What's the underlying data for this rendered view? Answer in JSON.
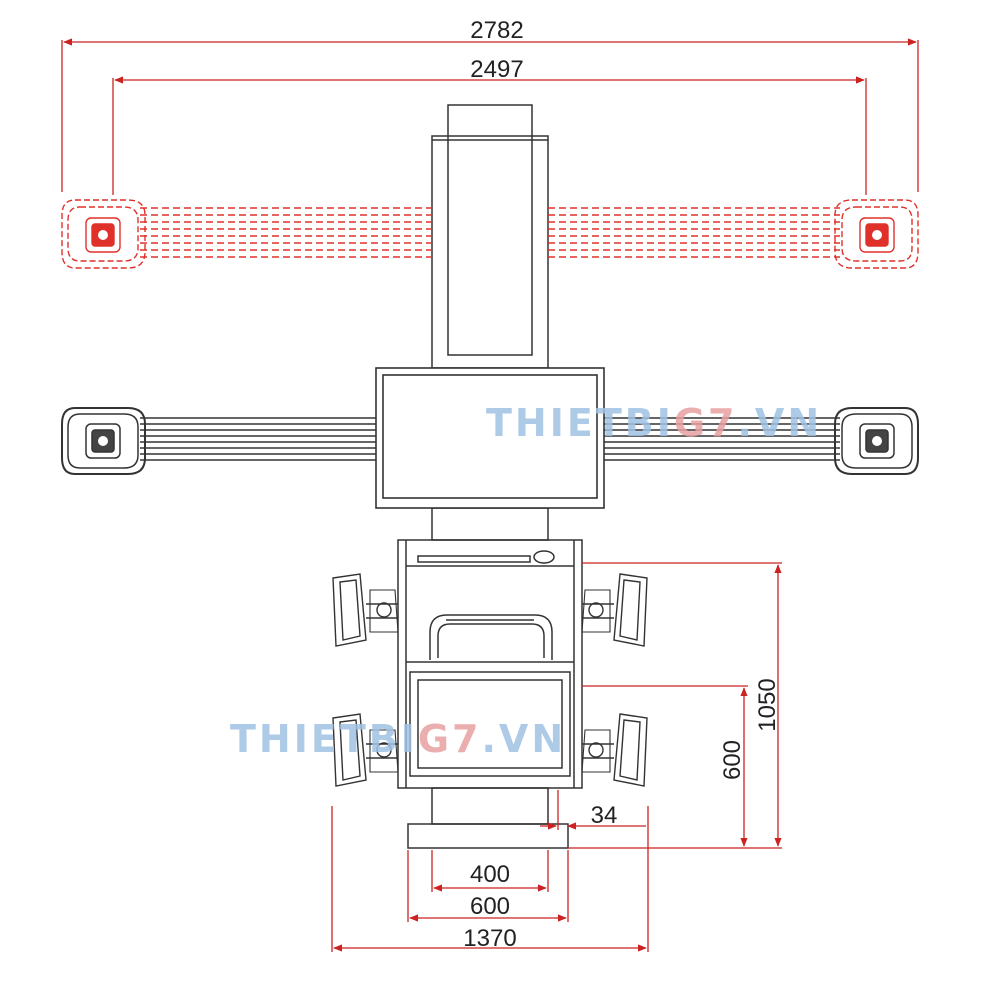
{
  "dimensions": {
    "overall_width_raised": "2782",
    "overall_width_lowered": "2497",
    "height_total": "1050",
    "height_lower": "600",
    "offset": "34",
    "base_inner": "400",
    "base_outer": "600",
    "footprint": "1370"
  },
  "watermark": {
    "prefix": "THIETBI",
    "accent": "G7",
    "suffix": ".VN"
  },
  "colors": {
    "dimension_line": "#cc2222",
    "outline": "#333333",
    "raised_beam": "#e0302a",
    "watermark_blue": "#9fc2e3",
    "watermark_red": "#e8a0a0"
  },
  "icons": {
    "camera": "camera-module-icon",
    "wheel_clamp": "wheel-clamp-icon"
  }
}
